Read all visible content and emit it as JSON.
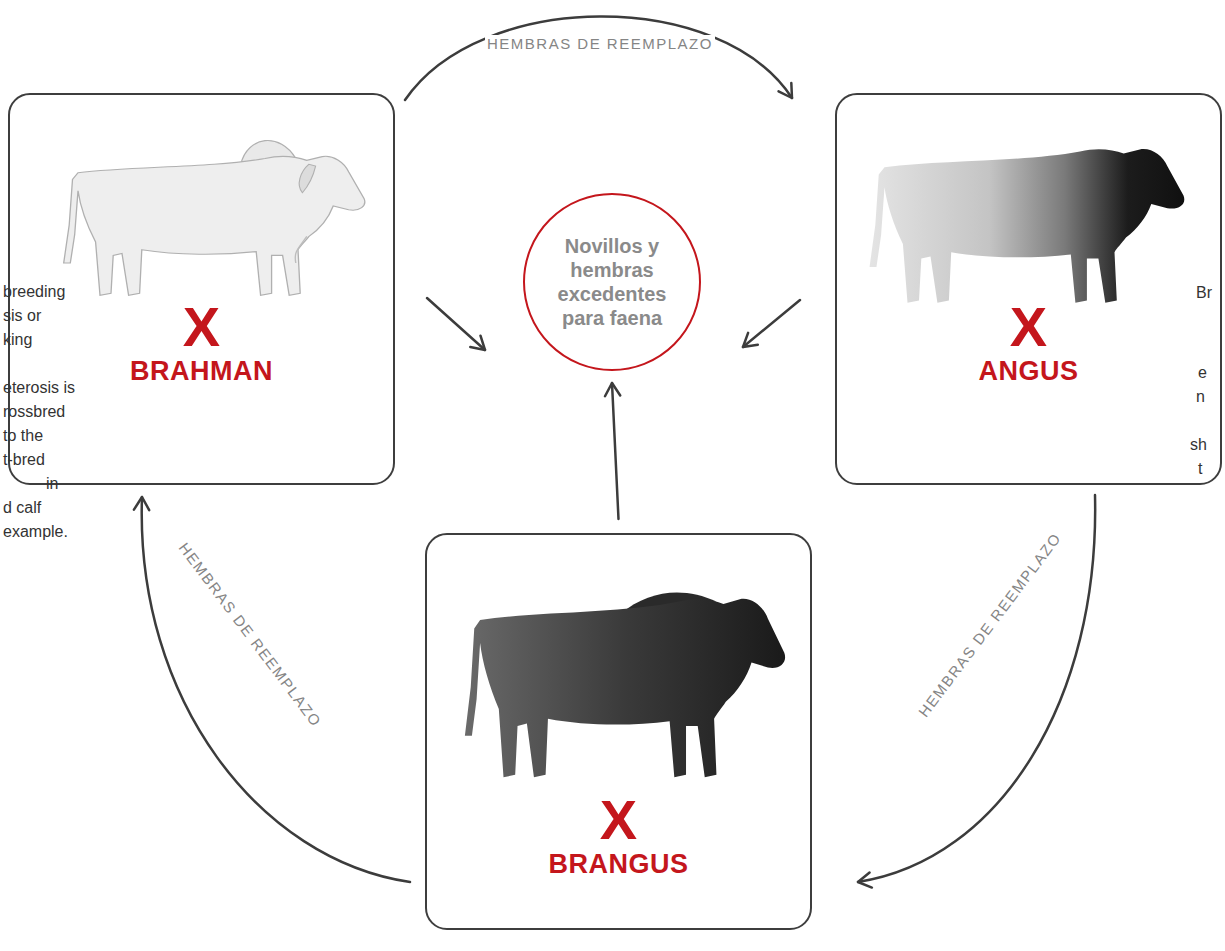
{
  "diagram": {
    "nodes": [
      {
        "text": [
          "X",
          "BRAHMAN"
        ]
      },
      {
        "text": [
          "Novillos y hembras excedentes para faena"
        ]
      },
      {
        "text": [
          "X",
          "ANGUS"
        ]
      },
      {
        "text": [
          "X",
          "BRANGUS"
        ]
      }
    ],
    "edges": [
      {
        "from": 0,
        "to": 2,
        "label": "HEMBRAS DE REEMPLAZO",
        "arrow": "to"
      },
      {
        "from": 2,
        "to": 3,
        "label": "HEMBRAS DE REEMPLAZO",
        "arrow": "to"
      },
      {
        "from": 3,
        "to": 0,
        "label": "HEMBRAS DE REEMPLAZO",
        "arrow": "to"
      },
      {
        "from": 0,
        "to": 1,
        "arrow": "to"
      },
      {
        "from": 2,
        "to": 1,
        "arrow": "to"
      },
      {
        "from": 3,
        "to": 1,
        "arrow": "to"
      }
    ],
    "labels": [
      "breeding",
      "sis or",
      "king",
      "eterosis is",
      "rossbred",
      "to the",
      "t-bred",
      "in",
      "d calf",
      "example.",
      "Br",
      "e",
      "n",
      "sh",
      "t"
    ]
  }
}
